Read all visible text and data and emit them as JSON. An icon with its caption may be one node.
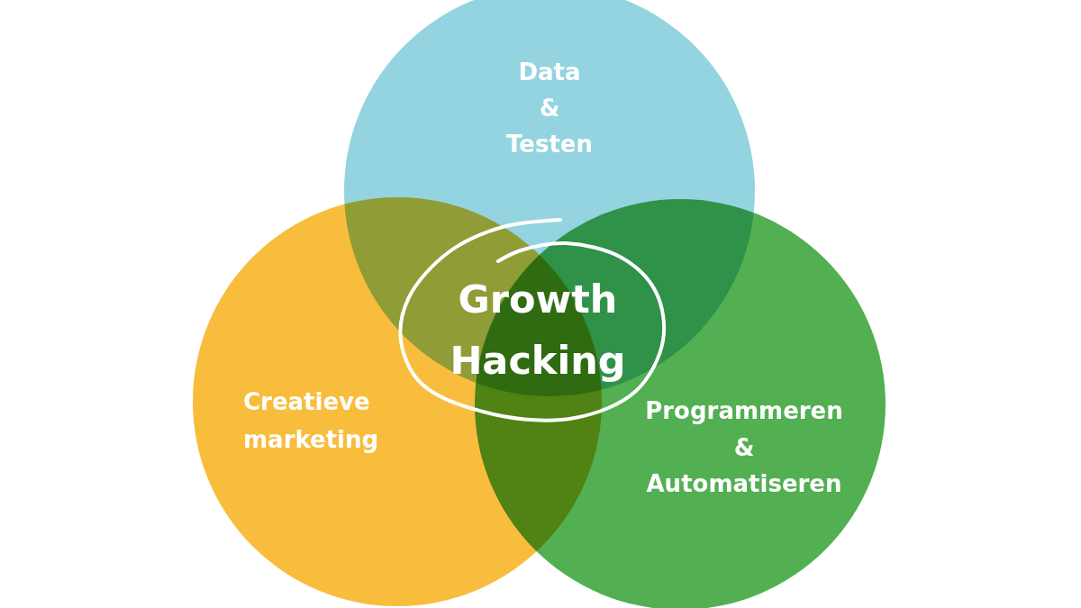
{
  "diagram": {
    "nodes": [
      {
        "text": [
          "Data & Testen"
        ]
      },
      {
        "text": [
          "Growth Hacking"
        ]
      },
      {
        "text": [
          "Creatieve marketing"
        ]
      },
      {
        "text": [
          "Programmeren & Automatiseren"
        ]
      }
    ]
  }
}
